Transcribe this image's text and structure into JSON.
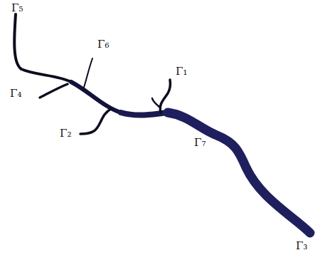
{
  "diagram": {
    "labels": [
      "Γ₅",
      "Γ₆",
      "Γ₁",
      "Γ₄",
      "Γ₂",
      "Γ₇",
      "Γ₃"
    ]
  }
}
